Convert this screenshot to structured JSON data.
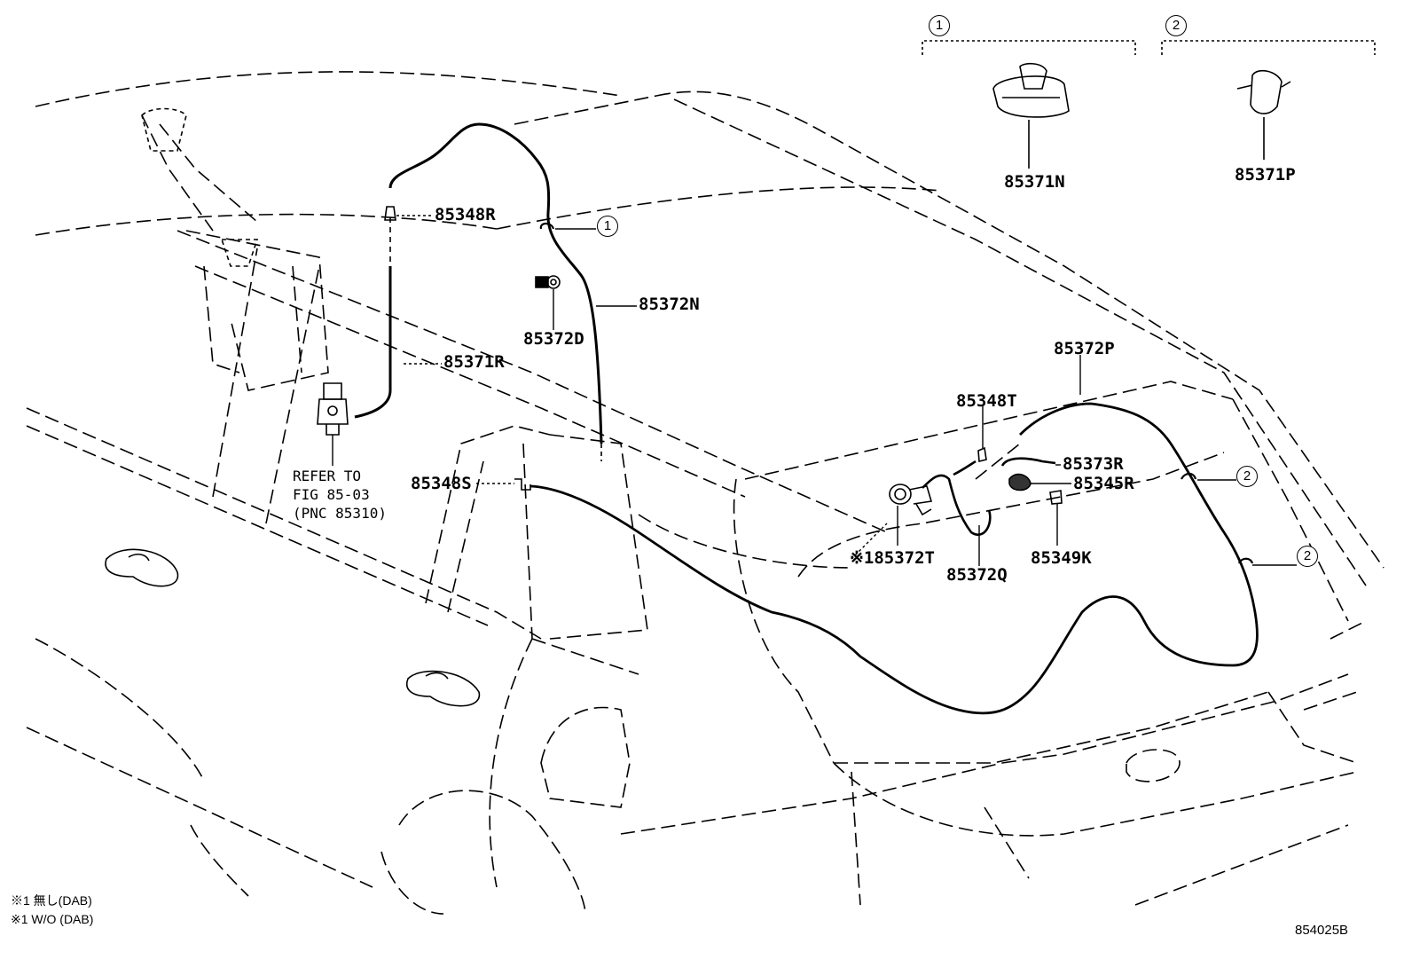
{
  "groups": [
    {
      "marker": "1",
      "part": "85371N"
    },
    {
      "marker": "2",
      "part": "85371P"
    }
  ],
  "labels": {
    "p85348R": "85348R",
    "p85372N": "85372N",
    "p85372D": "85372D",
    "p85371R": "85371R",
    "p85372P": "85372P",
    "p85348T": "85348T",
    "p85373R": "85373R",
    "p85345R": "85345R",
    "p85348S": "85348S",
    "p85372T": "※185372T",
    "p85372Q": "85372Q",
    "p85349K": "85349K"
  },
  "callouts": {
    "c1": "1",
    "c2a": "2",
    "c2b": "2"
  },
  "refer": [
    "REFER TO",
    "FIG 85-03",
    "(PNC 85310)"
  ],
  "footnotes": [
    "※1 無し(DAB)",
    "※1 W/O (DAB)"
  ],
  "figure_id": "854025B"
}
